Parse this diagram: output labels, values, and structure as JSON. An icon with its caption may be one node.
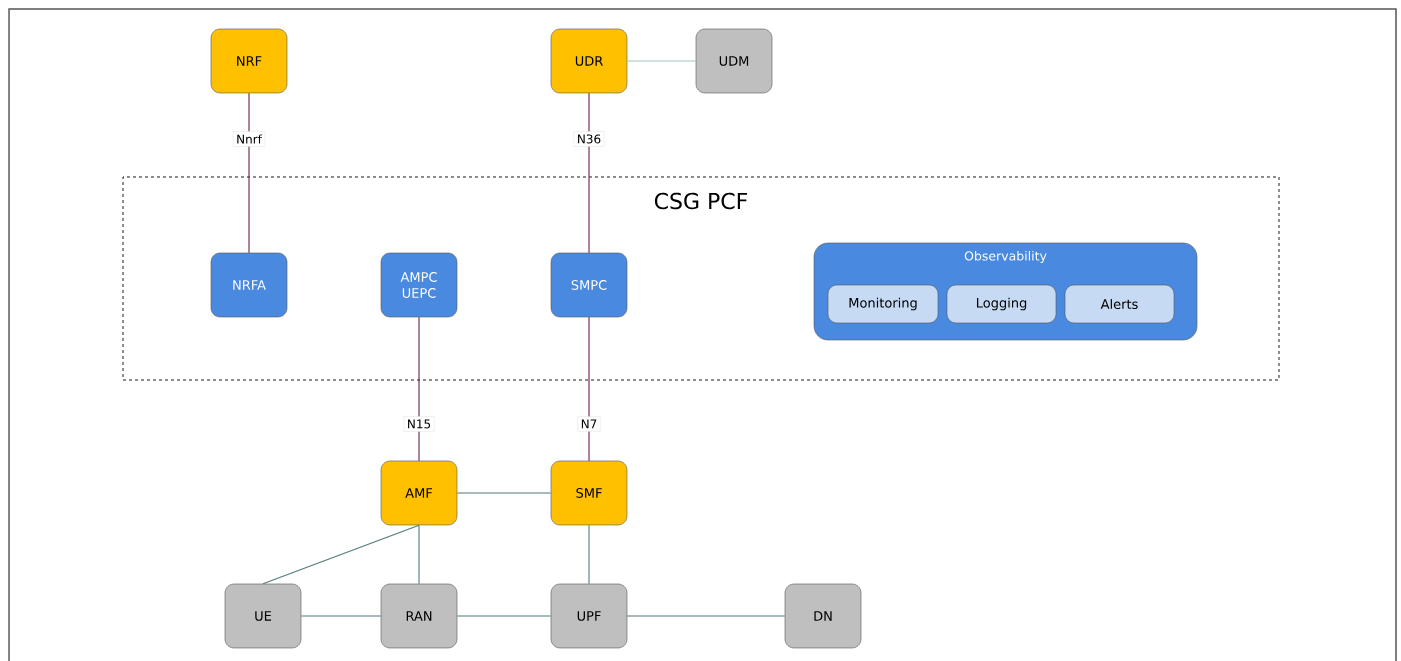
{
  "diagram": {
    "nodes": [
      {
        "text": [
          "NRF"
        ]
      },
      {
        "text": [
          "UDR"
        ]
      },
      {
        "text": [
          "UDM"
        ]
      },
      {
        "text": [
          "CSG PCF"
        ]
      },
      {
        "text": [
          "NRFA"
        ],
        "in": 3
      },
      {
        "text": [
          "AMPC UEPC"
        ],
        "in": 3
      },
      {
        "text": [
          "SMPC"
        ],
        "in": 3
      },
      {
        "text": [
          "Observability"
        ],
        "in": 3
      },
      {
        "text": [
          "Monitoring"
        ],
        "in": 7
      },
      {
        "text": [
          "Logging"
        ],
        "in": 7
      },
      {
        "text": [
          "Alerts"
        ],
        "in": 7
      },
      {
        "text": [
          "AMF"
        ]
      },
      {
        "text": [
          "SMF"
        ]
      },
      {
        "text": [
          "UE"
        ]
      },
      {
        "text": [
          "RAN"
        ]
      },
      {
        "text": [
          "UPF"
        ]
      },
      {
        "text": [
          "DN"
        ]
      }
    ],
    "edges": [
      {
        "from": 1,
        "to": 2,
        "arrow": "none",
        "color": "#9fc4c4"
      },
      {
        "from": 0,
        "to": 4,
        "arrow": "none",
        "label": "Nnrf",
        "color": "#6b1d45"
      },
      {
        "from": 1,
        "to": 6,
        "arrow": "none",
        "label": "N36",
        "color": "#6b1d45"
      },
      {
        "from": 5,
        "to": 11,
        "arrow": "none",
        "label": "N15",
        "color": "#6b1d45"
      },
      {
        "from": 6,
        "to": 12,
        "arrow": "none",
        "label": "N7",
        "color": "#6b1d45"
      },
      {
        "from": 11,
        "to": 12,
        "arrow": "none"
      },
      {
        "from": 11,
        "to": 13,
        "arrow": "none"
      },
      {
        "from": 11,
        "to": 14,
        "arrow": "none"
      },
      {
        "from": 12,
        "to": 15,
        "arrow": "none"
      },
      {
        "from": 13,
        "to": 14,
        "arrow": "none"
      },
      {
        "from": 14,
        "to": 15,
        "arrow": "none"
      },
      {
        "from": 15,
        "to": 16,
        "arrow": "none"
      }
    ]
  }
}
